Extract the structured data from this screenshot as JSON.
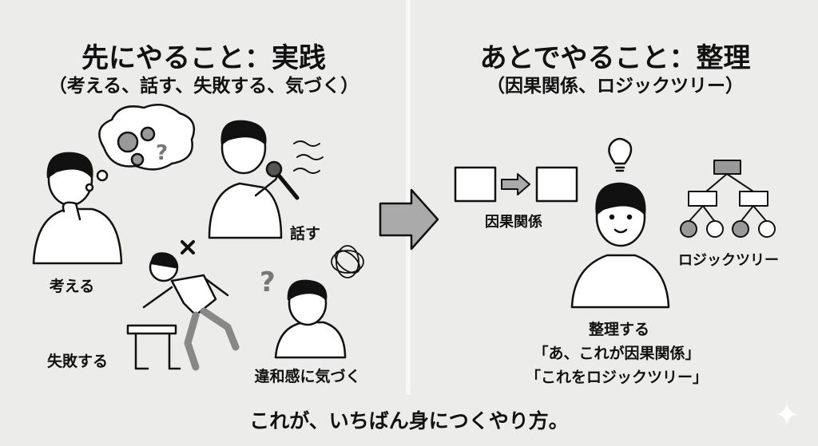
{
  "left": {
    "title": "先にやること：実践",
    "subtitle": "（考える、話す、失敗する、気づく）",
    "labels": {
      "think": "考える",
      "talk": "話す",
      "fail": "失敗する",
      "notice": "違和感に気づく"
    }
  },
  "right": {
    "title": "あとでやること：整理",
    "subtitle": "（因果関係、ロジックツリー）",
    "labels": {
      "causality": "因果関係",
      "logic_tree": "ロジックツリー",
      "organize": "整理する",
      "quote1": "「あ、これが因果関係」",
      "quote2": "「これをロジックツリー」"
    }
  },
  "footer": "これが、いちばん身につくやり方。",
  "colors": {
    "background": "#ececea",
    "gray": "#a8a8a8",
    "ink": "#111111"
  }
}
